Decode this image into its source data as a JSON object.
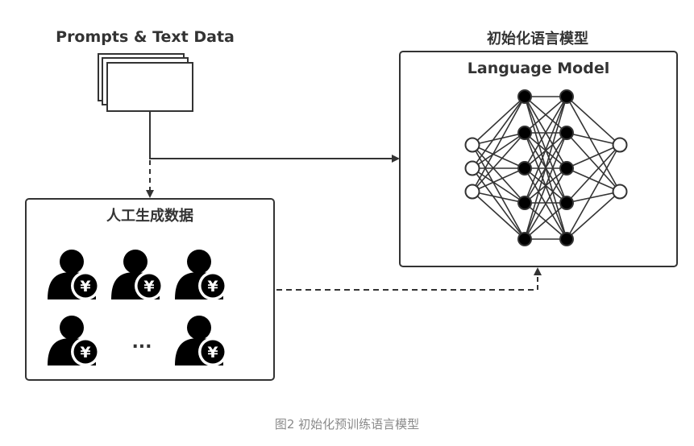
{
  "prompts_label": "Prompts &  Text Data",
  "model_box_heading": "初始化语言模型",
  "model_box_title": "Language Model",
  "human_box_title": "人工生成数据",
  "ellipsis": "...",
  "person_badge_symbol": "¥",
  "caption": "图2 初始化预训练语言模型",
  "colors": {
    "line": "#333333",
    "node_fill": "#000000",
    "caption_text": "#8a8a8a"
  },
  "network": {
    "layer_sizes": [
      3,
      5,
      5,
      2
    ],
    "input_nodes": "hollow",
    "hidden_nodes": "filled",
    "output_nodes": "hollow"
  }
}
